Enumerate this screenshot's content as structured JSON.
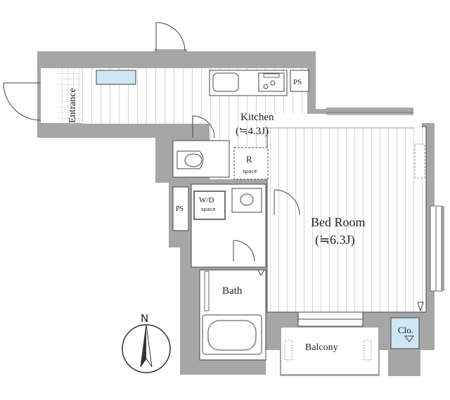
{
  "rooms": {
    "entrance": {
      "label": "Entrance"
    },
    "kitchen": {
      "label": "Kitchen",
      "size": "(≒4.3J)"
    },
    "bedroom": {
      "label": "Bed Room",
      "size": "(≒6.3J)"
    },
    "bath": {
      "label": "Bath"
    },
    "balcony": {
      "label": "Balcony"
    },
    "closet": {
      "label": "Clo."
    }
  },
  "fixtures": {
    "ps_top": "PS",
    "ps_left": "PS",
    "fridge": {
      "label": "R",
      "sub": "space"
    },
    "washer": {
      "label": "W/D",
      "sub": "space"
    }
  },
  "compass": {
    "label": "N"
  },
  "colors": {
    "wall": "#a6a6a6",
    "floor_line": "#d4d4d4",
    "tile_line": "#c9c9c9",
    "water": "#cfe6f5",
    "line": "#444444"
  }
}
